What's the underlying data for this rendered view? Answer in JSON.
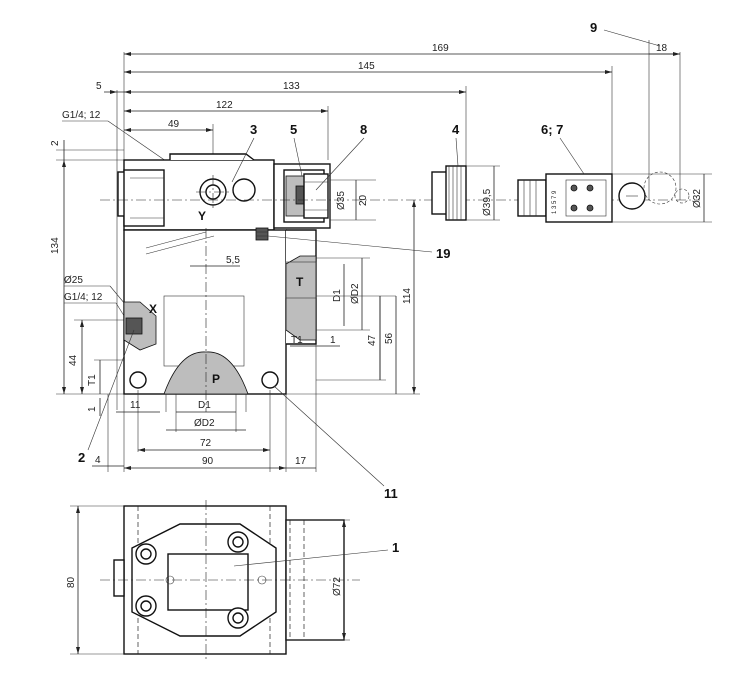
{
  "drawing": {
    "dims_top": {
      "d169": "169",
      "d145": "145",
      "d133": "133",
      "d122": "122",
      "d49": "49",
      "d18": "18",
      "d5": "5"
    },
    "dims_left": {
      "d2": "2",
      "d134": "134",
      "d44": "44",
      "t1": "T1",
      "d1": "1",
      "g14_top": "G1/4; 12",
      "g14_x": "G1/4; 12",
      "o25": "Ø25",
      "d4": "4",
      "d80": "80"
    },
    "dims_bottom": {
      "d11": "11",
      "D1": "D1",
      "OD2": "ØD2",
      "d72": "72",
      "d90": "90",
      "d17": "17"
    },
    "dims_right": {
      "o35": "Ø35",
      "d20": "20",
      "d55": "5,5",
      "D1": "D1",
      "OD2": "ØD2",
      "t1": "T1",
      "d1": "1",
      "d47": "47",
      "d56": "56",
      "d114": "114",
      "o395": "Ø39,5",
      "o32": "Ø32",
      "o72": "Ø72"
    },
    "ports": {
      "Y": "Y",
      "X": "X",
      "T": "T",
      "P": "P"
    },
    "callouts": {
      "c1": "1",
      "c2": "2",
      "c3": "3",
      "c4": "4",
      "c5": "5",
      "c67": "6; 7",
      "c8": "8",
      "c9": "9",
      "c11": "11",
      "c19": "19"
    },
    "scale_text": "1 3 5 7 9"
  }
}
